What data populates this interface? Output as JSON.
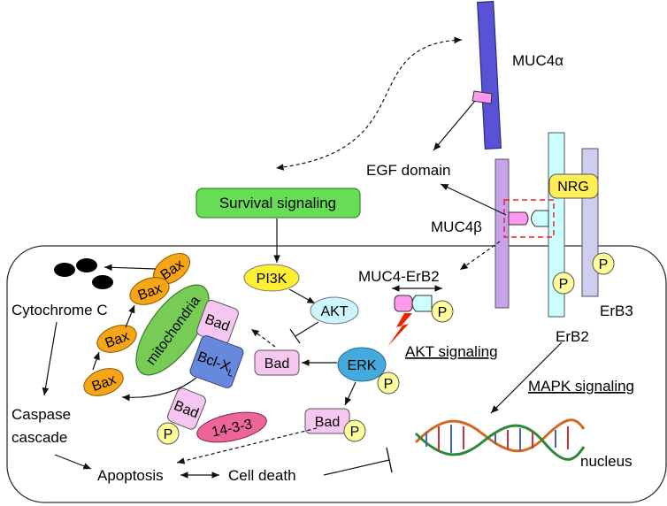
{
  "labels": {
    "muc4_alpha": "MUC4α",
    "egf_domain": "EGF domain",
    "muc4_beta": "MUC4β",
    "survival_signaling": "Survival signaling",
    "nrg": "NRG",
    "muc4_erbb2": "MUC4-ErB2",
    "erb3": "ErB3",
    "erb2": "ErB2",
    "pi3k": "PI3K",
    "akt": "AKT",
    "akt_signaling": "AKT signaling",
    "mapk_signaling": "MAPK signaling",
    "erk": "ERK",
    "bad": "Bad",
    "p": "P",
    "bax": "Bax",
    "mitochondria": "mitochondria",
    "bclxl": "Bcl-X",
    "bclxl_sub": "L",
    "cytochrome_c": "Cytochrome C",
    "caspase": "Caspase",
    "cascade": "cascade",
    "protein_1433": "14-3-3",
    "apoptosis": "Apoptosis",
    "cell_death": "Cell death",
    "nucleus": "nucleus"
  },
  "colors": {
    "muc4_alpha": "#5a52d6",
    "muc4_beta": "#c9a2ee",
    "erb2": "#ccffff",
    "erb3": "#cfcdf0",
    "survival": "#66dd55",
    "nrg": "#ffee55",
    "pi3k": "#ffee33",
    "akt": "#ccf5ff",
    "erk": "#44aadd",
    "bad": "#f5c7f0",
    "p": "#ffff99",
    "bax": "#f5a515",
    "mitochondria": "#77cc55",
    "bclxl": "#6688dd",
    "protein_1433": "#ee6699",
    "red_dash": "#ee2222",
    "lightning": "#ee2200"
  }
}
